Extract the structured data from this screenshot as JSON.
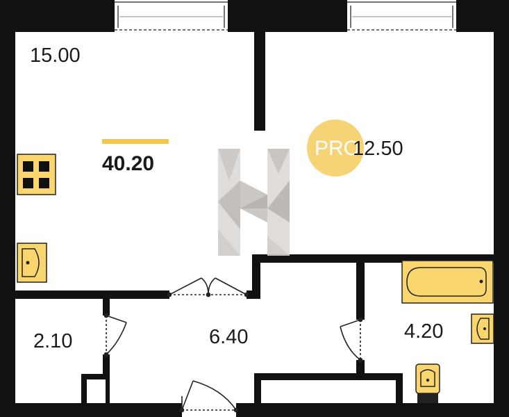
{
  "plan": {
    "total_area": "40.20",
    "rooms": [
      {
        "id": "kitchen-living",
        "area": "15.00"
      },
      {
        "id": "bedroom",
        "area": "12.50"
      },
      {
        "id": "storage",
        "area": "2.10"
      },
      {
        "id": "hallway",
        "area": "6.40"
      },
      {
        "id": "bathroom",
        "area": "4.20"
      }
    ],
    "badge": "PRO"
  },
  "colors": {
    "wall": "#111111",
    "accent": "#f6c74a",
    "fixture_fill": "#f9d56e",
    "badge": "#f5cd5e",
    "watermark": "#d4d0cc"
  },
  "icons": [
    "cooktop-icon",
    "sink-icon",
    "bathtub-icon",
    "washbasin-icon",
    "toilet-icon",
    "watermark-logo"
  ]
}
